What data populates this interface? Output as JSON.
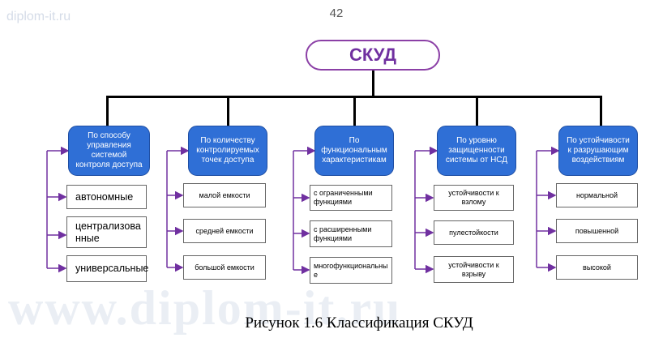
{
  "site_watermark_top": "diplom-it.ru",
  "page_number": "42",
  "watermark_bottom": "www.diplom-it.ru",
  "root_label": "СКУД",
  "caption": "Рисунок 1.6 Классификация СКУД",
  "categories": [
    {
      "label": "По способу управления системой контроля доступа",
      "items": [
        "автономные",
        "централизованные",
        "универсальные"
      ]
    },
    {
      "label": "По количеству контролируемых точек доступа",
      "items": [
        "малой емкости",
        "средней емкости",
        "большой емкости"
      ]
    },
    {
      "label": "По функциональным характеристикам",
      "items": [
        "с ограниченными функциями",
        "с расширенными функциями",
        "многофункциональные"
      ]
    },
    {
      "label": "По уровню защищенности системы от НСД",
      "items": [
        "устойчивости к взлому",
        "пулестойкости",
        "устойчивости к взрыву"
      ]
    },
    {
      "label": "По устойчивости к разрушающим воздействиям",
      "items": [
        "нормальной",
        "повышенной",
        "высокой"
      ]
    }
  ],
  "colors": {
    "category_fill": "#2f6fd6",
    "connector_purple": "#7030a0",
    "root_border": "#8b3fa6"
  }
}
